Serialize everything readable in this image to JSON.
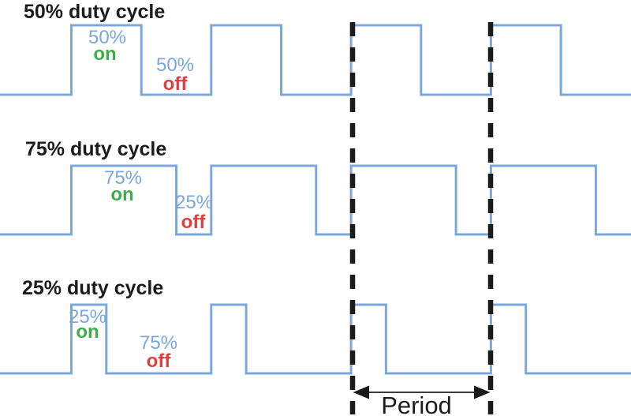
{
  "figure": {
    "rows": [
      {
        "title": "50% duty cycle",
        "duty_percent": 50,
        "on_percent_label": "50%",
        "on_word": "on",
        "off_percent_label": "50%",
        "off_word": "off"
      },
      {
        "title": "75% duty cycle",
        "duty_percent": 75,
        "on_percent_label": "75%",
        "on_word": "on",
        "off_percent_label": "25%",
        "off_word": "off"
      },
      {
        "title": "25% duty cycle",
        "duty_percent": 25,
        "on_percent_label": "25%",
        "on_word": "on",
        "off_percent_label": "75%",
        "off_word": "off"
      }
    ],
    "cycles_shown_per_row": 4,
    "period_label": "Period"
  },
  "colors": {
    "waveform_blue": "#7da7d9",
    "label_blue": "#7aa7dc",
    "on_green": "#3fae49",
    "off_red": "#e03e3e",
    "text_black": "#1c1c1c",
    "dash_black": "#1b1b1b",
    "arrow_gray": "#3a3a3a"
  }
}
